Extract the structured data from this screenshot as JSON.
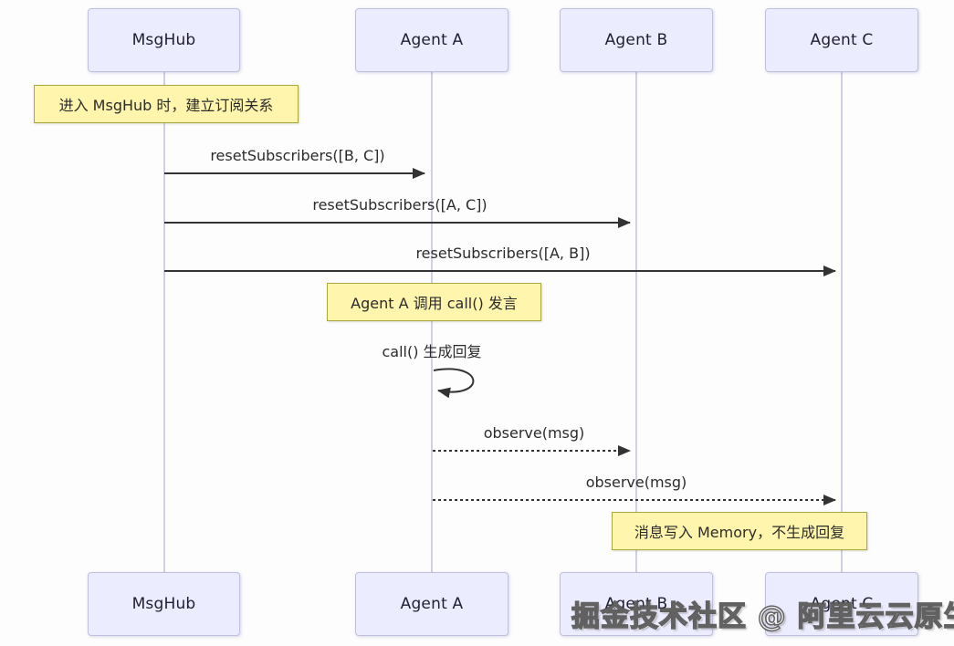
{
  "diagram": {
    "type": "sequence-diagram",
    "colors": {
      "actor_fill": "#ECECFF",
      "actor_border": "#bfbfdf",
      "lifeline": "#cfcfe6",
      "note_fill": "#FFF5AD",
      "note_border": "#a8a83c",
      "message_line": "#333333",
      "text": "#2b2b2b"
    },
    "actors": [
      {
        "id": "msghub",
        "label": "MsgHub"
      },
      {
        "id": "agent-a",
        "label": "Agent A"
      },
      {
        "id": "agent-b",
        "label": "Agent B"
      },
      {
        "id": "agent-c",
        "label": "Agent C"
      }
    ],
    "notes": [
      {
        "over": "MsgHub",
        "text": "进入 MsgHub 时，建立订阅关系"
      },
      {
        "over": "Agent A",
        "text": "Agent A 调用 call() 发言"
      },
      {
        "over": "Agent B,Agent C",
        "text": "消息写入 Memory，不生成回复"
      }
    ],
    "messages": [
      {
        "from": "MsgHub",
        "to": "Agent A",
        "style": "solid",
        "label": "resetSubscribers([B, C])"
      },
      {
        "from": "MsgHub",
        "to": "Agent B",
        "style": "solid",
        "label": "resetSubscribers([A, C])"
      },
      {
        "from": "MsgHub",
        "to": "Agent C",
        "style": "solid",
        "label": "resetSubscribers([A, B])"
      },
      {
        "from": "Agent A",
        "to": "Agent A",
        "style": "self",
        "label": "call() 生成回复"
      },
      {
        "from": "Agent A",
        "to": "Agent B",
        "style": "dashed",
        "label": "observe(msg)"
      },
      {
        "from": "Agent A",
        "to": "Agent C",
        "style": "dashed",
        "label": "observe(msg)"
      }
    ],
    "watermark": "掘金技术社区 @ 阿里云云原生"
  }
}
